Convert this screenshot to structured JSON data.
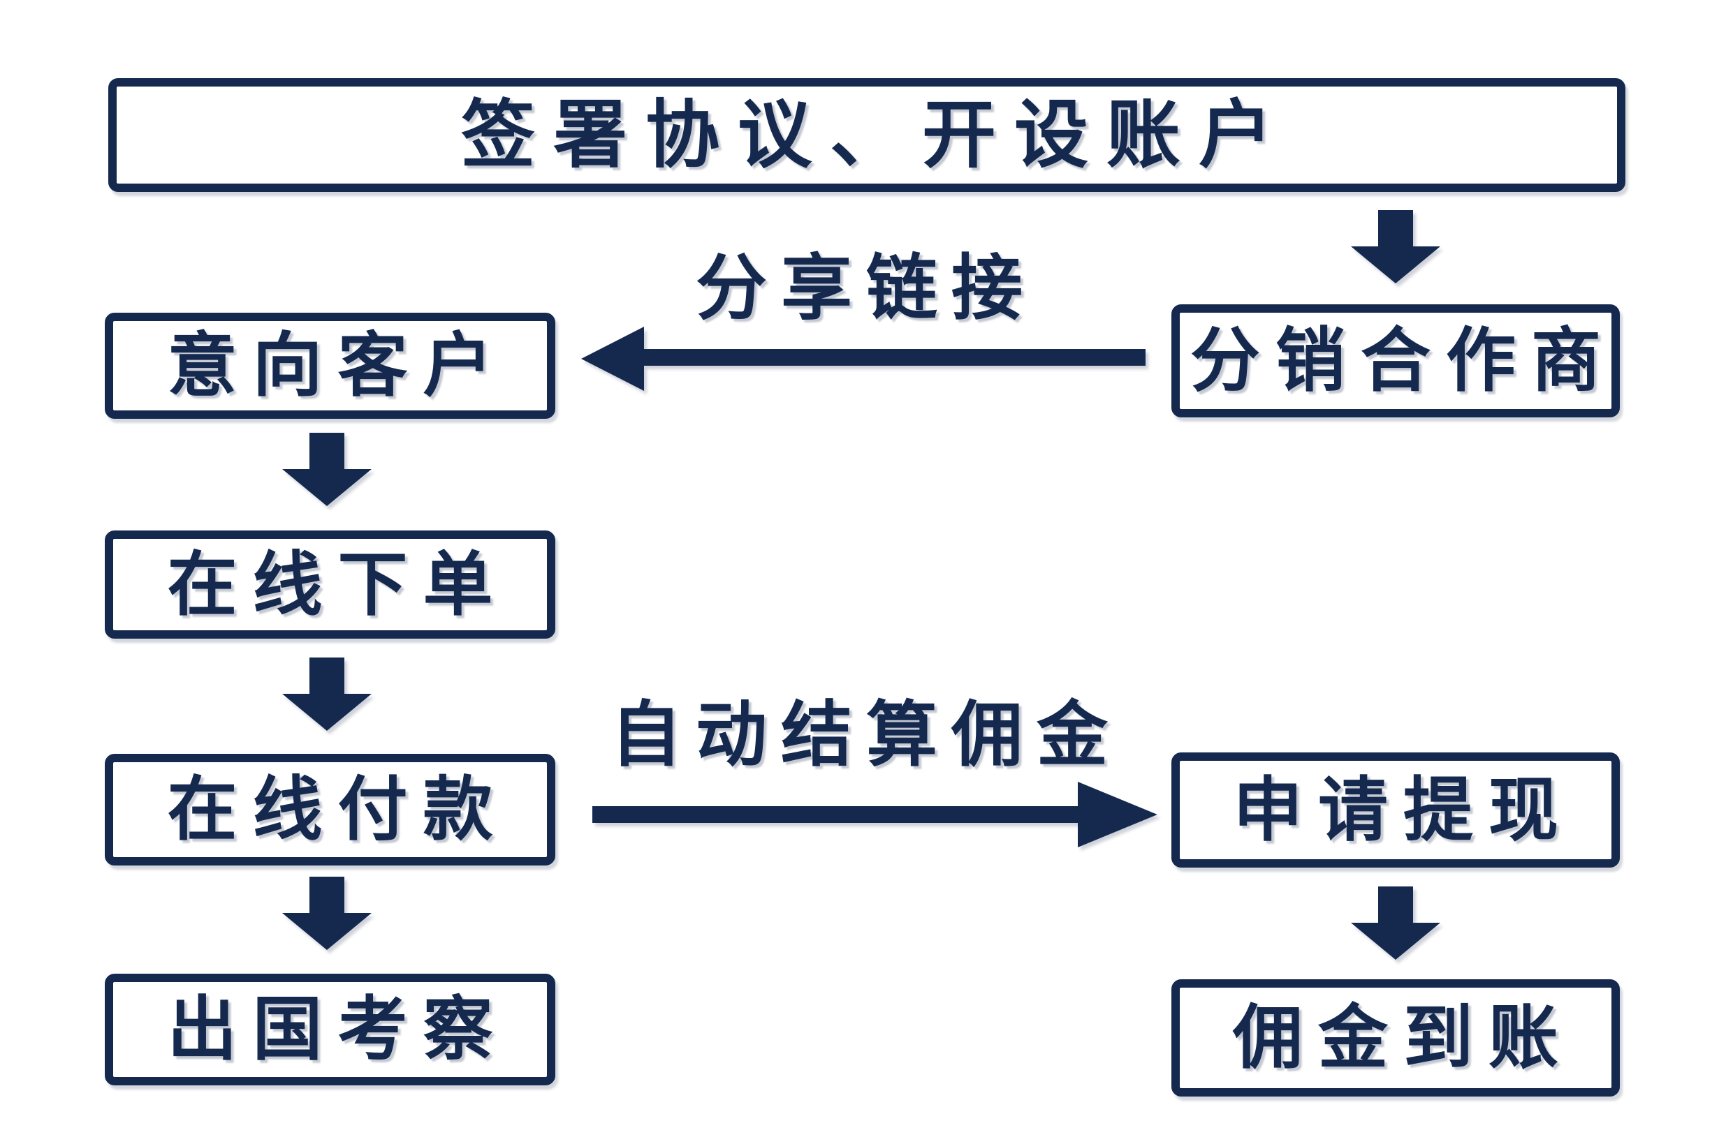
{
  "colors": {
    "accent": "#15294F",
    "background": "#FFFFFF"
  },
  "flowchart": {
    "boxes": {
      "sign": "签署协议、开设账户",
      "partner": "分销合作商",
      "prospect": "意向客户",
      "order": "在线下单",
      "pay": "在线付款",
      "inspect": "出国考察",
      "withdraw": "申请提现",
      "received": "佣金到账"
    },
    "edge_labels": {
      "share": "分享链接",
      "commission": "自动结算佣金"
    }
  }
}
